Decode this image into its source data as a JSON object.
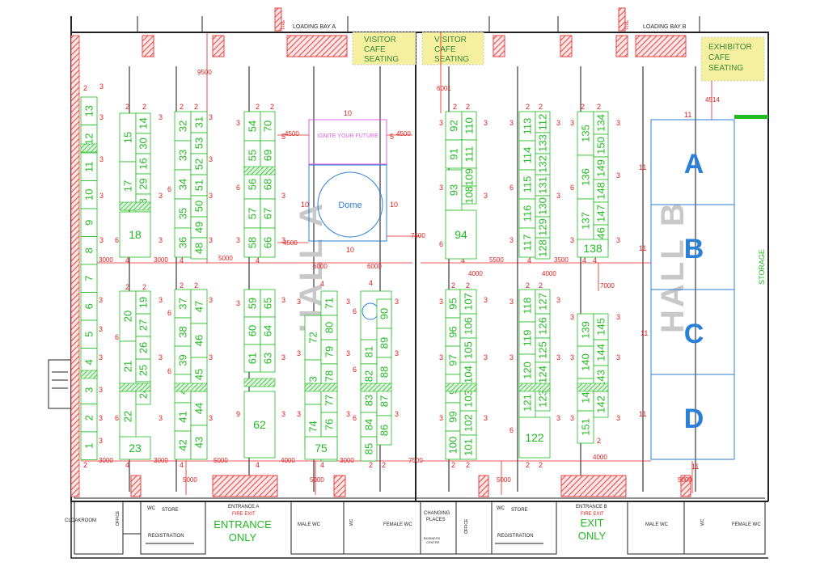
{
  "colors": {
    "stand": "#22bb22",
    "dim": "#e02020",
    "wall": "#222222",
    "zone": "#2a7fd6",
    "yellow": "#f4f0a0",
    "hatch": "#e84040",
    "pink": "#e060e0"
  },
  "top_labels": {
    "loading_a": "LOADING BAY A",
    "loading_b": "LOADING BAY B",
    "fire": "FIRE"
  },
  "cafes": {
    "visitor_1": [
      "VISITOR",
      "CAFE",
      "SEATING"
    ],
    "visitor_2": [
      "VISITOR",
      "CAFE",
      "SEATING"
    ],
    "exhibitor": [
      "EXHIBITOR",
      "CAFE",
      "SEATING"
    ]
  },
  "halls": {
    "a": "HALL A",
    "b": "HALL B"
  },
  "features": {
    "ignite": "IGNITE YOUR FUTURE",
    "dome": "Dome",
    "storage": "STORAGE"
  },
  "zones": [
    "A",
    "B",
    "C",
    "D"
  ],
  "dims": {
    "d9500": "9500",
    "d6001": "6001",
    "d4514": "4514",
    "d4500": "4500",
    "d3000": "3000",
    "d5000": "5000",
    "d3500": "3500",
    "d5500": "5500",
    "d4000": "4000",
    "d6000": "6000",
    "d7500": "7500",
    "d7000": "7000"
  },
  "bottom": {
    "cloakroom": "CLOAKROOM",
    "wc": "WC",
    "store": "STORE",
    "registration": "REGISTRATION",
    "office": "OFFICE",
    "entrance_a": "ENTRANCE A",
    "entrance_b": "ENTRANCE B",
    "fire_exit": "FIRE EXIT",
    "entrance_only": [
      "ENTRANCE",
      "ONLY"
    ],
    "exit_only": [
      "EXIT",
      "ONLY"
    ],
    "male_wc": "MALE WC",
    "female_wc": "FEMALE WC",
    "changing": [
      "CHANGING",
      "PLACES"
    ],
    "business": [
      "BUSINESS",
      "CENTRE"
    ]
  },
  "stands": {
    "col1": [
      "13",
      "12",
      "11",
      "10",
      "9",
      "8",
      "7",
      "6",
      "5",
      "4",
      "3",
      "2",
      "1"
    ],
    "b1_top_l": [
      "15",
      "17"
    ],
    "b1_top_r": [
      "14",
      "30",
      "16",
      "29",
      "28"
    ],
    "b1_top_big": "18",
    "b1_bot_l": [
      "20",
      "21",
      "22"
    ],
    "b1_bot_r": [
      "19",
      "27",
      "26",
      "25",
      "24"
    ],
    "b1_bot_big": "23",
    "b2_top_l": [
      "32",
      "33",
      "34",
      "35",
      "36"
    ],
    "b2_top_r": [
      "31",
      "53",
      "52",
      "51",
      "50",
      "49",
      "48"
    ],
    "b2_bot_l": [
      "37",
      "38",
      "39",
      "40",
      "41",
      "42"
    ],
    "b2_bot_r": [
      "47",
      "46",
      "45",
      "44",
      "43"
    ],
    "b3_top_l": [
      "54",
      "55",
      "56",
      "57",
      "58"
    ],
    "b3_top_r": [
      "70",
      "69",
      "68",
      "67",
      "66"
    ],
    "b3_bot_l": [
      "59",
      "60",
      "61"
    ],
    "b3_bot_r": [
      "65",
      "64",
      "63"
    ],
    "b3_bot_big": "62",
    "b4_l": [
      "72",
      "73",
      "74"
    ],
    "b4_r": [
      "71",
      "80",
      "79",
      "78",
      "77",
      "76",
      "75"
    ],
    "b5_l": [
      "81",
      "82",
      "83",
      "84",
      "85"
    ],
    "b5_r": [
      "90",
      "89",
      "88",
      "87",
      "86"
    ],
    "b6_top": [
      "92",
      "91",
      "110",
      "111",
      "93",
      "109",
      "108"
    ],
    "b6_big": "94",
    "b6_bot_l": [
      "95",
      "96",
      "97",
      "98",
      "99",
      "100"
    ],
    "b6_bot_m": [
      "107",
      "106",
      "105",
      "104",
      "103",
      "102",
      "101"
    ],
    "b7_top_l": [
      "113",
      "114",
      "115",
      "116",
      "117"
    ],
    "b7_top_r": [
      "112",
      "133",
      "132",
      "131",
      "130",
      "129",
      "128"
    ],
    "b7_bot_l": [
      "118",
      "119",
      "120",
      "121"
    ],
    "b7_bot_r": [
      "127",
      "126",
      "125",
      "124",
      "123"
    ],
    "b7_bot_big": "122",
    "b8_top_l": [
      "135",
      "136",
      "137"
    ],
    "b8_top_r": [
      "134",
      "150",
      "149",
      "148",
      "147",
      "146"
    ],
    "b8_top_big": "138",
    "b8_bot_l": [
      "139",
      "140",
      "141",
      "151"
    ],
    "b8_bot_r": [
      "145",
      "144",
      "143",
      "142"
    ]
  }
}
